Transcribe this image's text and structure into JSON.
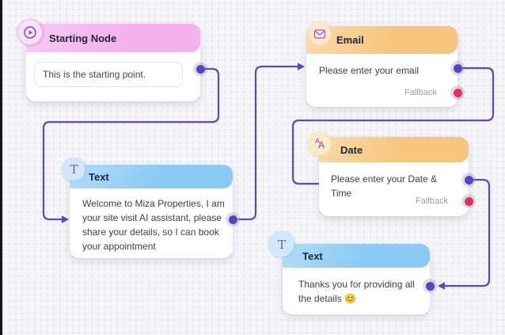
{
  "colors": {
    "accent": "#5a48c8",
    "port_purple": "#5246c4",
    "port_red": "#ee2d55",
    "header_pink": "#f5b0f0",
    "header_orange": "#f7c67c",
    "header_blue": "#8acaf3",
    "canvas_bg": "#f5f5f8",
    "title_text": "#212836",
    "body_text": "#3a4150",
    "muted_text": "#9aa0ab"
  },
  "nodes": [
    {
      "id": "starting",
      "title": "Starting Node",
      "icon": "play-icon",
      "body": "This is the starting point."
    },
    {
      "id": "email",
      "title": "Email",
      "icon": "envelope-icon",
      "prompt": "Please enter your email",
      "fallback_label": "Fallback"
    },
    {
      "id": "text1",
      "title": "Text",
      "icon": "text-icon",
      "icon_glyph": "T",
      "body": "Welcome to Miza Properties, I am your site visit AI assistant, please share your details, so I can book your appointment"
    },
    {
      "id": "date",
      "title": "Date",
      "icon": "font-size-icon",
      "icon_glyph_a": "A",
      "icon_glyph_b": "A",
      "prompt": "Please enter your Date & Time",
      "fallback_label": "Fallback"
    },
    {
      "id": "text2",
      "title": "Text",
      "icon": "text-icon",
      "icon_glyph": "T",
      "body": "Thanks you for providing all the details 😊"
    }
  ]
}
